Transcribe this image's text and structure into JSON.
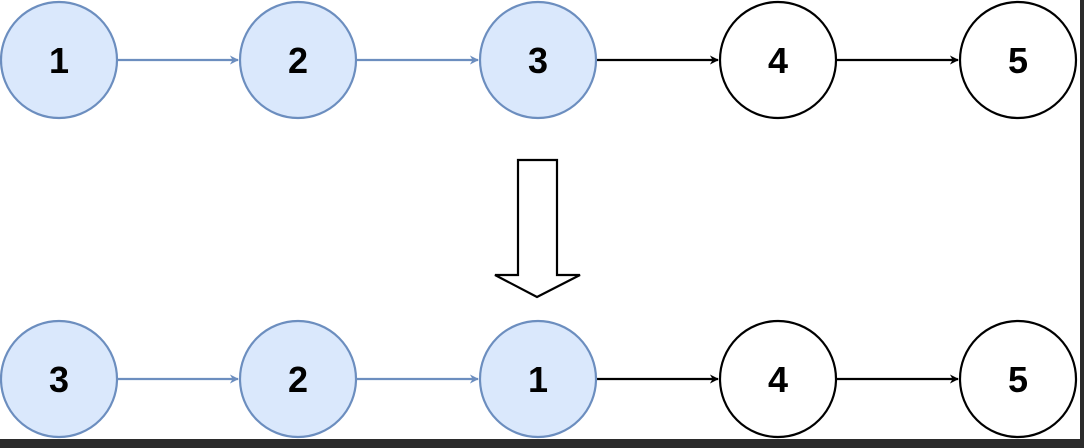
{
  "colors": {
    "highlight_fill": "#dae8fc",
    "highlight_stroke": "#6c8ebf",
    "normal_fill": "#ffffff",
    "normal_stroke": "#000000"
  },
  "lists": [
    {
      "id": "before",
      "nodes": [
        {
          "label": "1",
          "highlighted": true
        },
        {
          "label": "2",
          "highlighted": true
        },
        {
          "label": "3",
          "highlighted": true
        },
        {
          "label": "4",
          "highlighted": false
        },
        {
          "label": "5",
          "highlighted": false
        }
      ]
    },
    {
      "id": "after",
      "nodes": [
        {
          "label": "3",
          "highlighted": true
        },
        {
          "label": "2",
          "highlighted": true
        },
        {
          "label": "1",
          "highlighted": true
        },
        {
          "label": "4",
          "highlighted": false
        },
        {
          "label": "5",
          "highlighted": false
        }
      ]
    }
  ],
  "transform_arrow": {
    "icon": "hollow-down-arrow",
    "direction": "down"
  }
}
